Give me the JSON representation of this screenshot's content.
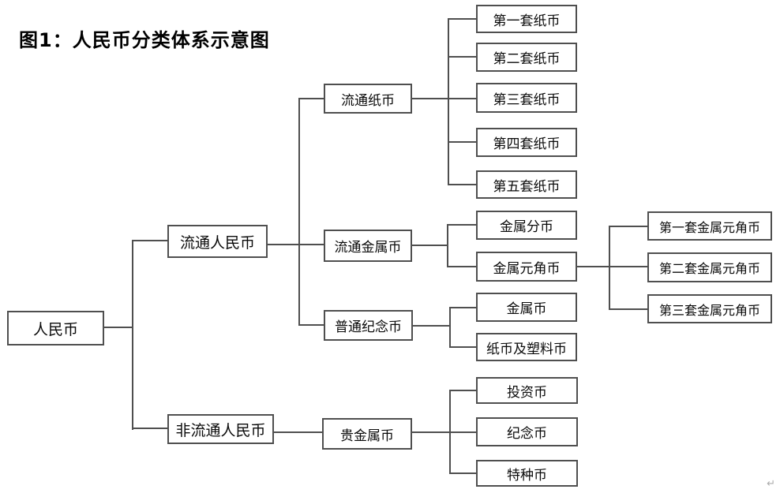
{
  "title": "图1：人民币分类体系示意图",
  "corner_mark": "↵",
  "diagram": {
    "nodes": {
      "rmb": {
        "label": "人民币"
      },
      "circulating_rmb": {
        "label": "流通人民币"
      },
      "non_circulating_rmb": {
        "label": "非流通人民币"
      },
      "circulating_paper": {
        "label": "流通纸币"
      },
      "circulating_metal": {
        "label": "流通金属币"
      },
      "ordinary_commemorative": {
        "label": "普通纪念币"
      },
      "precious_metal": {
        "label": "贵金属币"
      },
      "paper_set_1": {
        "label": "第一套纸币"
      },
      "paper_set_2": {
        "label": "第二套纸币"
      },
      "paper_set_3": {
        "label": "第三套纸币"
      },
      "paper_set_4": {
        "label": "第四套纸币"
      },
      "paper_set_5": {
        "label": "第五套纸币"
      },
      "metal_fen": {
        "label": "金属分币"
      },
      "metal_yuan_jiao": {
        "label": "金属元角币"
      },
      "metal_coin": {
        "label": "金属币"
      },
      "paper_plastic": {
        "label": "纸币及塑料币"
      },
      "metal_yj_set_1": {
        "label": "第一套金属元角币"
      },
      "metal_yj_set_2": {
        "label": "第二套金属元角币"
      },
      "metal_yj_set_3": {
        "label": "第三套金属元角币"
      },
      "investment_coin": {
        "label": "投资币"
      },
      "commemorative_coin": {
        "label": "纪念币"
      },
      "special_coin": {
        "label": "特种币"
      }
    },
    "edges": [
      {
        "from": "人民币",
        "to": [
          "流通人民币",
          "非流通人民币"
        ]
      },
      {
        "from": "流通人民币",
        "to": [
          "流通纸币",
          "流通金属币",
          "普通纪念币"
        ]
      },
      {
        "from": "流通纸币",
        "to": [
          "第一套纸币",
          "第二套纸币",
          "第三套纸币",
          "第四套纸币",
          "第五套纸币"
        ]
      },
      {
        "from": "流通金属币",
        "to": [
          "金属分币",
          "金属元角币"
        ]
      },
      {
        "from": "金属元角币",
        "to": [
          "第一套金属元角币",
          "第二套金属元角币",
          "第三套金属元角币"
        ]
      },
      {
        "from": "普通纪念币",
        "to": [
          "金属币",
          "纸币及塑料币"
        ]
      },
      {
        "from": "非流通人民币",
        "to": [
          "贵金属币"
        ]
      },
      {
        "from": "贵金属币",
        "to": [
          "投资币",
          "纪念币",
          "特种币"
        ]
      }
    ]
  }
}
